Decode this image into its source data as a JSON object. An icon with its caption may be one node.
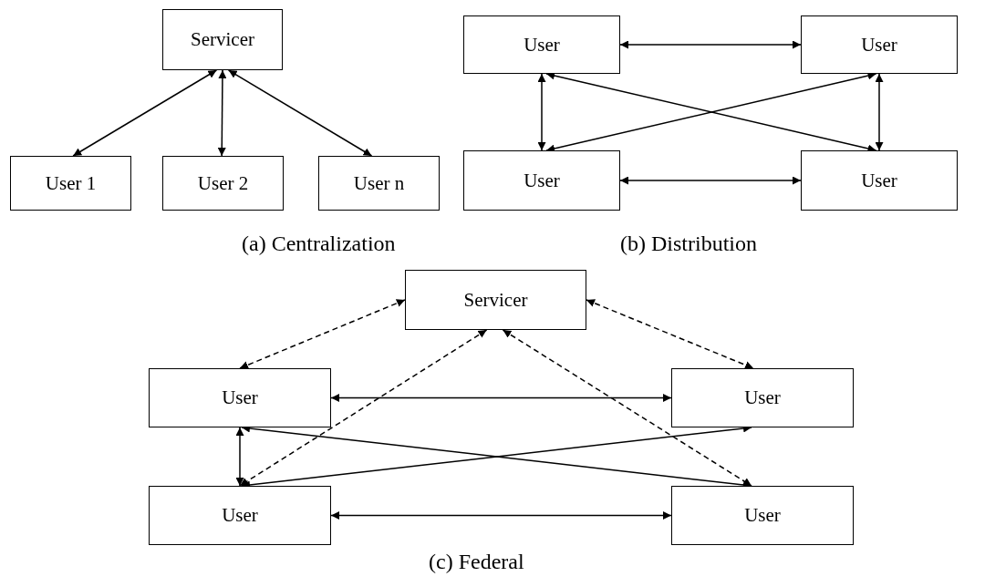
{
  "diagram": {
    "nodes": [
      {
        "text": [
          "Servicer"
        ]
      },
      {
        "text": [
          "User 1"
        ]
      },
      {
        "text": [
          "User 2"
        ]
      },
      {
        "text": [
          "User n"
        ]
      },
      {
        "text": [
          "User"
        ]
      },
      {
        "text": [
          "User"
        ]
      },
      {
        "text": [
          "User"
        ]
      },
      {
        "text": [
          "User"
        ]
      },
      {
        "text": [
          "Servicer"
        ]
      },
      {
        "text": [
          "User"
        ]
      },
      {
        "text": [
          "User"
        ]
      },
      {
        "text": [
          "User"
        ]
      },
      {
        "text": [
          "User"
        ]
      }
    ],
    "edges": [
      {
        "from": 0,
        "to": 1,
        "arrow": "both"
      },
      {
        "from": 0,
        "to": 2,
        "arrow": "both"
      },
      {
        "from": 0,
        "to": 3,
        "arrow": "both"
      },
      {
        "from": 4,
        "to": 5,
        "arrow": "both"
      },
      {
        "from": 4,
        "to": 6,
        "arrow": "both"
      },
      {
        "from": 4,
        "to": 7,
        "arrow": "both"
      },
      {
        "from": 5,
        "to": 6,
        "arrow": "both"
      },
      {
        "from": 5,
        "to": 7,
        "arrow": "both"
      },
      {
        "from": 6,
        "to": 7,
        "arrow": "both"
      },
      {
        "from": 8,
        "to": 9,
        "arrow": "both",
        "style": "dashed"
      },
      {
        "from": 8,
        "to": 10,
        "arrow": "both",
        "style": "dashed"
      },
      {
        "from": 8,
        "to": 11,
        "arrow": "both",
        "style": "dashed"
      },
      {
        "from": 8,
        "to": 12,
        "arrow": "both",
        "style": "dashed"
      },
      {
        "from": 9,
        "to": 10,
        "arrow": "both"
      },
      {
        "from": 9,
        "to": 11,
        "arrow": "both"
      },
      {
        "from": 9,
        "to": 12,
        "arrow": "both"
      },
      {
        "from": 10,
        "to": 11,
        "arrow": "both"
      },
      {
        "from": 11,
        "to": 12,
        "arrow": "both"
      }
    ],
    "labels": [
      "(a) Centralization",
      "(b) Distribution",
      "(c) Federal"
    ]
  }
}
